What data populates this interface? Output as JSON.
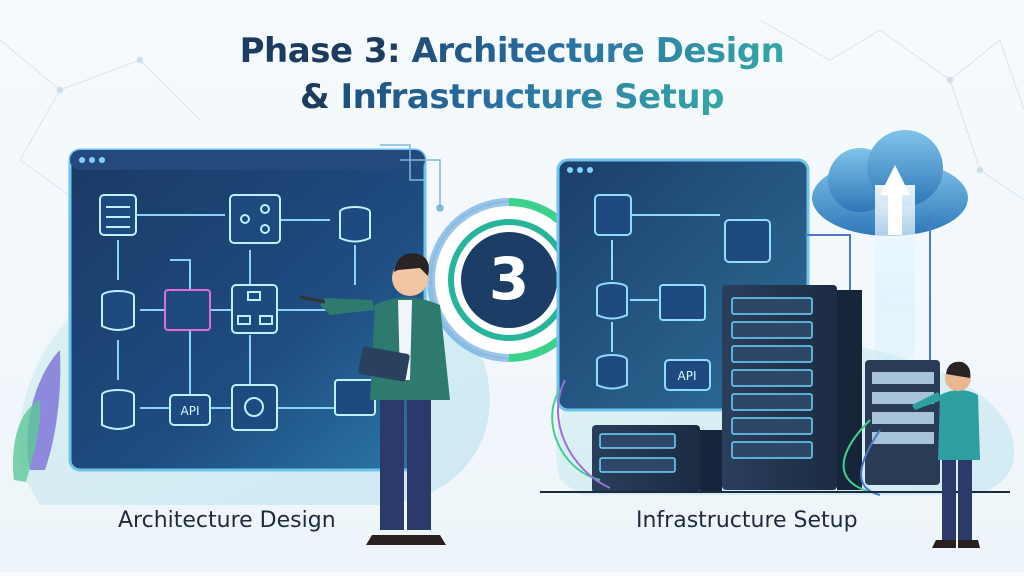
{
  "title": {
    "line1_prefix": "Phase 3: ",
    "line1_highlight": "Architecture Design",
    "line2_prefix": "& ",
    "line2_highlight": "Infrastructure Setup"
  },
  "phase_number": "3",
  "left_panel": {
    "caption": "Architecture Design",
    "api_label": "API"
  },
  "right_panel": {
    "caption": "Infrastructure Setup",
    "api_label": "API"
  },
  "colors": {
    "navy": "#1c3b5e",
    "teal": "#34a7a5",
    "screen_dark": "#16315a",
    "glow": "#5fd0ff",
    "green": "#4fd18b"
  }
}
